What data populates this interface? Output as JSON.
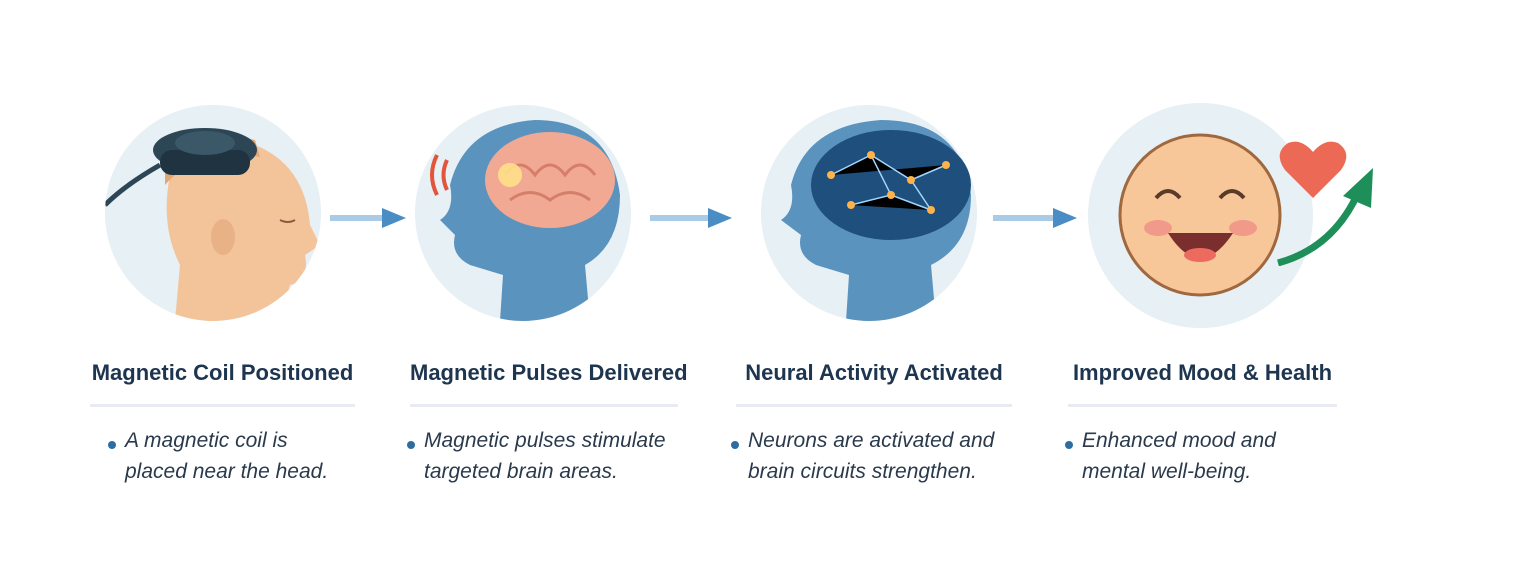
{
  "steps": [
    {
      "title": "Magnetic Coil Positioned",
      "lines": [
        "A magnetic coil is",
        "placed near the head."
      ],
      "icon": "head-with-coil-icon"
    },
    {
      "title": "Magnetic Pulses Delivered",
      "lines": [
        "Magnetic pulses stimulate",
        "targeted brain areas."
      ],
      "icon": "brain-pulse-icon"
    },
    {
      "title": "Neural Activity Activated",
      "lines": [
        "Neurons are activated and",
        "brain circuits strengthen."
      ],
      "icon": "neural-network-brain-icon"
    },
    {
      "title": "Improved Mood & Health",
      "lines": [
        "Enhanced mood and",
        "mental well-being."
      ],
      "icon": "smiley-heart-icon"
    }
  ],
  "colors": {
    "title": "#1e3550",
    "arrow": "#4a8cc4",
    "bullet": "#2e6da0",
    "circle": "#e6f0f5"
  }
}
